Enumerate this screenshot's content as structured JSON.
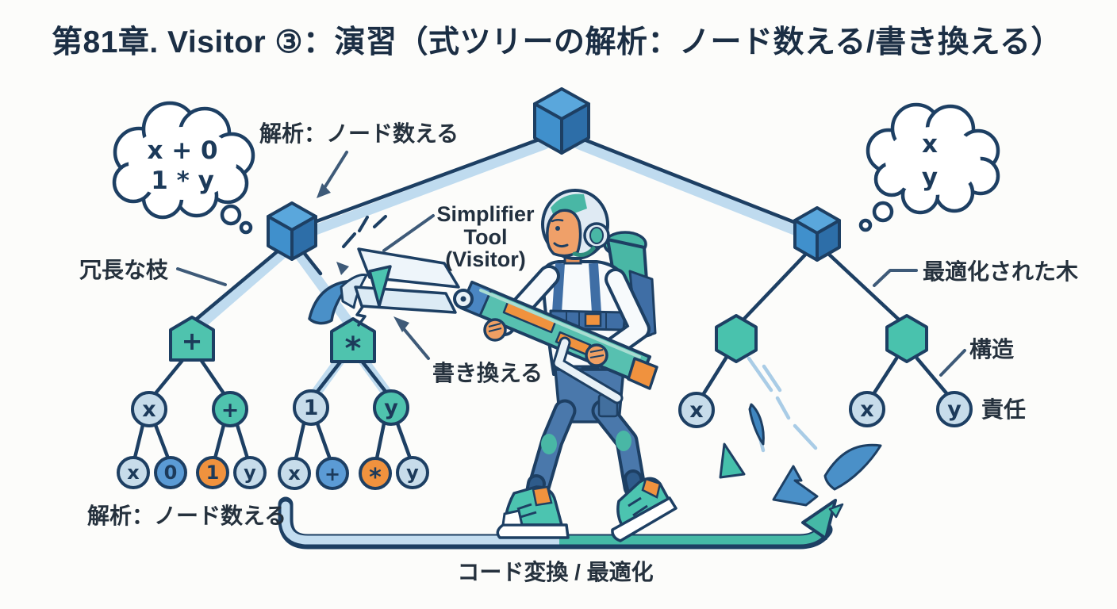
{
  "title": "第81章. Visitor ③：演習（式ツリーの解析：ノード数える/書き換える）",
  "clouds": {
    "left": {
      "line1": "x + 0",
      "line2": "1 * y"
    },
    "right": {
      "line1": "x",
      "line2": "y"
    }
  },
  "labels": {
    "analyze_top": "解析：ノード数える",
    "redundant_branch": "冗長な枝",
    "tool_line1": "Simplifier",
    "tool_line2": "Tool",
    "tool_line3": "(Visitor)",
    "rewrite": "書き換える",
    "analyze_bottom": "解析：ノード数える",
    "optimized_tree": "最適化された木",
    "structure": "構造",
    "responsibility": "責任",
    "code_transform": "コード変換 / 最適化"
  },
  "left_tree": {
    "op_plus": "+",
    "op_star": "*",
    "mid": [
      "x",
      "+",
      "1",
      "y"
    ],
    "leaves": [
      "x",
      "0",
      "1",
      "y",
      "x",
      "+",
      "*",
      "y"
    ]
  },
  "right_tree": {
    "leaves": [
      "x",
      "x",
      "y"
    ]
  },
  "colors": {
    "outline_navy": "#1d3f63",
    "title_text": "#1b2e44",
    "cube_blue_top": "#5aa7dc",
    "cube_blue_left": "#4090cc",
    "cube_blue_right": "#2d6ea8",
    "teal_node": "#4fc3ae",
    "orange_node": "#f0923e",
    "light_node": "#c7dcea",
    "mid_blue_node": "#5b9bd5",
    "traversal_band": "#bfdbef",
    "arrow_light": "#c3ddf0",
    "arrow_teal": "#45b9a6",
    "skin": "#ef9f63"
  }
}
